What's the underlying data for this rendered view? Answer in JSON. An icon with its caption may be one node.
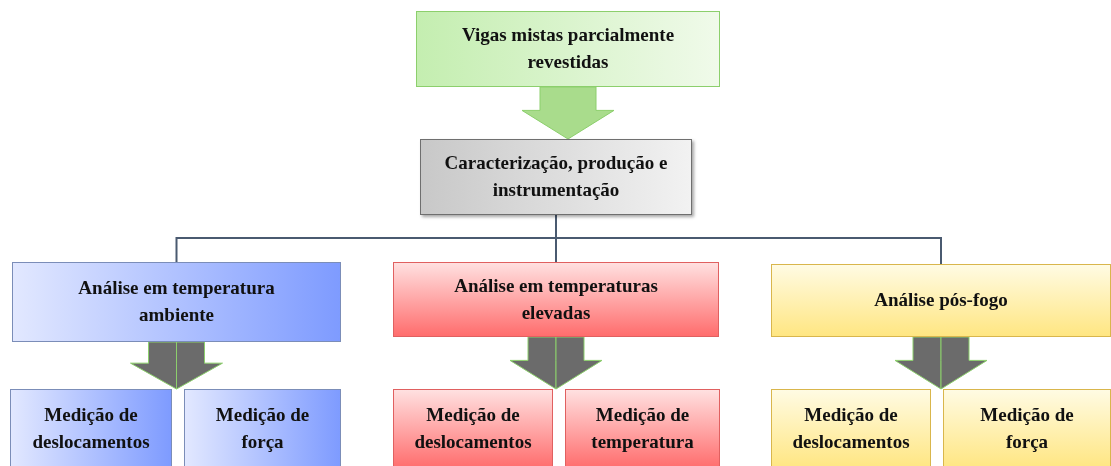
{
  "diagram": {
    "nodes": [
      {
        "text": [
          "Vigas mistas parcialmente revestidas"
        ]
      },
      {
        "text": [
          "Caracterização, produção e instrumentação"
        ]
      },
      {
        "text": [
          "Análise em temperatura ambiente"
        ]
      },
      {
        "text": [
          "Análise em temperaturas elevadas"
        ]
      },
      {
        "text": [
          "Análise pós-fogo"
        ]
      },
      {
        "text": [
          "Medição de deslocamentos"
        ]
      },
      {
        "text": [
          "Medição de força"
        ]
      },
      {
        "text": [
          "Medição de deslocamentos"
        ]
      },
      {
        "text": [
          "Medição de temperatura"
        ]
      },
      {
        "text": [
          "Medição de deslocamentos"
        ]
      },
      {
        "text": [
          "Medição de força"
        ]
      }
    ],
    "edges": [
      {
        "from": 0,
        "to": 1,
        "arrow": "to",
        "style": "thick",
        "color": "#a9dc8c"
      },
      {
        "from": 1,
        "to": 2,
        "arrow": "none"
      },
      {
        "from": 1,
        "to": 3,
        "arrow": "none"
      },
      {
        "from": 1,
        "to": 4,
        "arrow": "none"
      },
      {
        "from": 2,
        "to": 5,
        "arrow": "to",
        "style": "thick",
        "color": "#6b6b6b"
      },
      {
        "from": 2,
        "to": 6,
        "arrow": "to",
        "style": "thick",
        "color": "#6b6b6b"
      },
      {
        "from": 3,
        "to": 7,
        "arrow": "to",
        "style": "thick",
        "color": "#6b6b6b"
      },
      {
        "from": 3,
        "to": 8,
        "arrow": "to",
        "style": "thick",
        "color": "#6b6b6b"
      },
      {
        "from": 4,
        "to": 9,
        "arrow": "to",
        "style": "thick",
        "color": "#6b6b6b"
      },
      {
        "from": 4,
        "to": 10,
        "arrow": "to",
        "style": "thick",
        "color": "#6b6b6b"
      }
    ]
  }
}
